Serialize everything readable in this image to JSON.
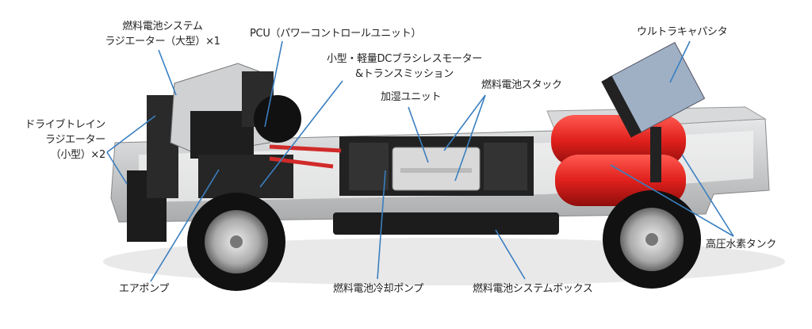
{
  "colors": {
    "leader_line": "#3a7fc0",
    "tank": "#e0201c",
    "frame": "#c9cbcd",
    "dark_parts": "#1c1c1c"
  },
  "labels": {
    "fc_radiator": [
      "燃料電池システム",
      "ラジエーター（大型）×1"
    ],
    "pcu": "PCU（パワーコントロールユニット）",
    "motor": [
      "小型・軽量DCブラシレスモーター",
      "&トランスミッション"
    ],
    "humidifier": "加湿ユニット",
    "fc_stack": "燃料電池スタック",
    "ultracapacitor": "ウルトラキャパシタ",
    "drivetrain_radiator": [
      "ドライブトレイン",
      "ラジエーター",
      "（小型）×2"
    ],
    "air_pump": "エアポンプ",
    "fc_cooling_pump": "燃料電池冷却ポンプ",
    "fc_system_box": "燃料電池システムボックス",
    "h2_tank": "高圧水素タンク"
  }
}
